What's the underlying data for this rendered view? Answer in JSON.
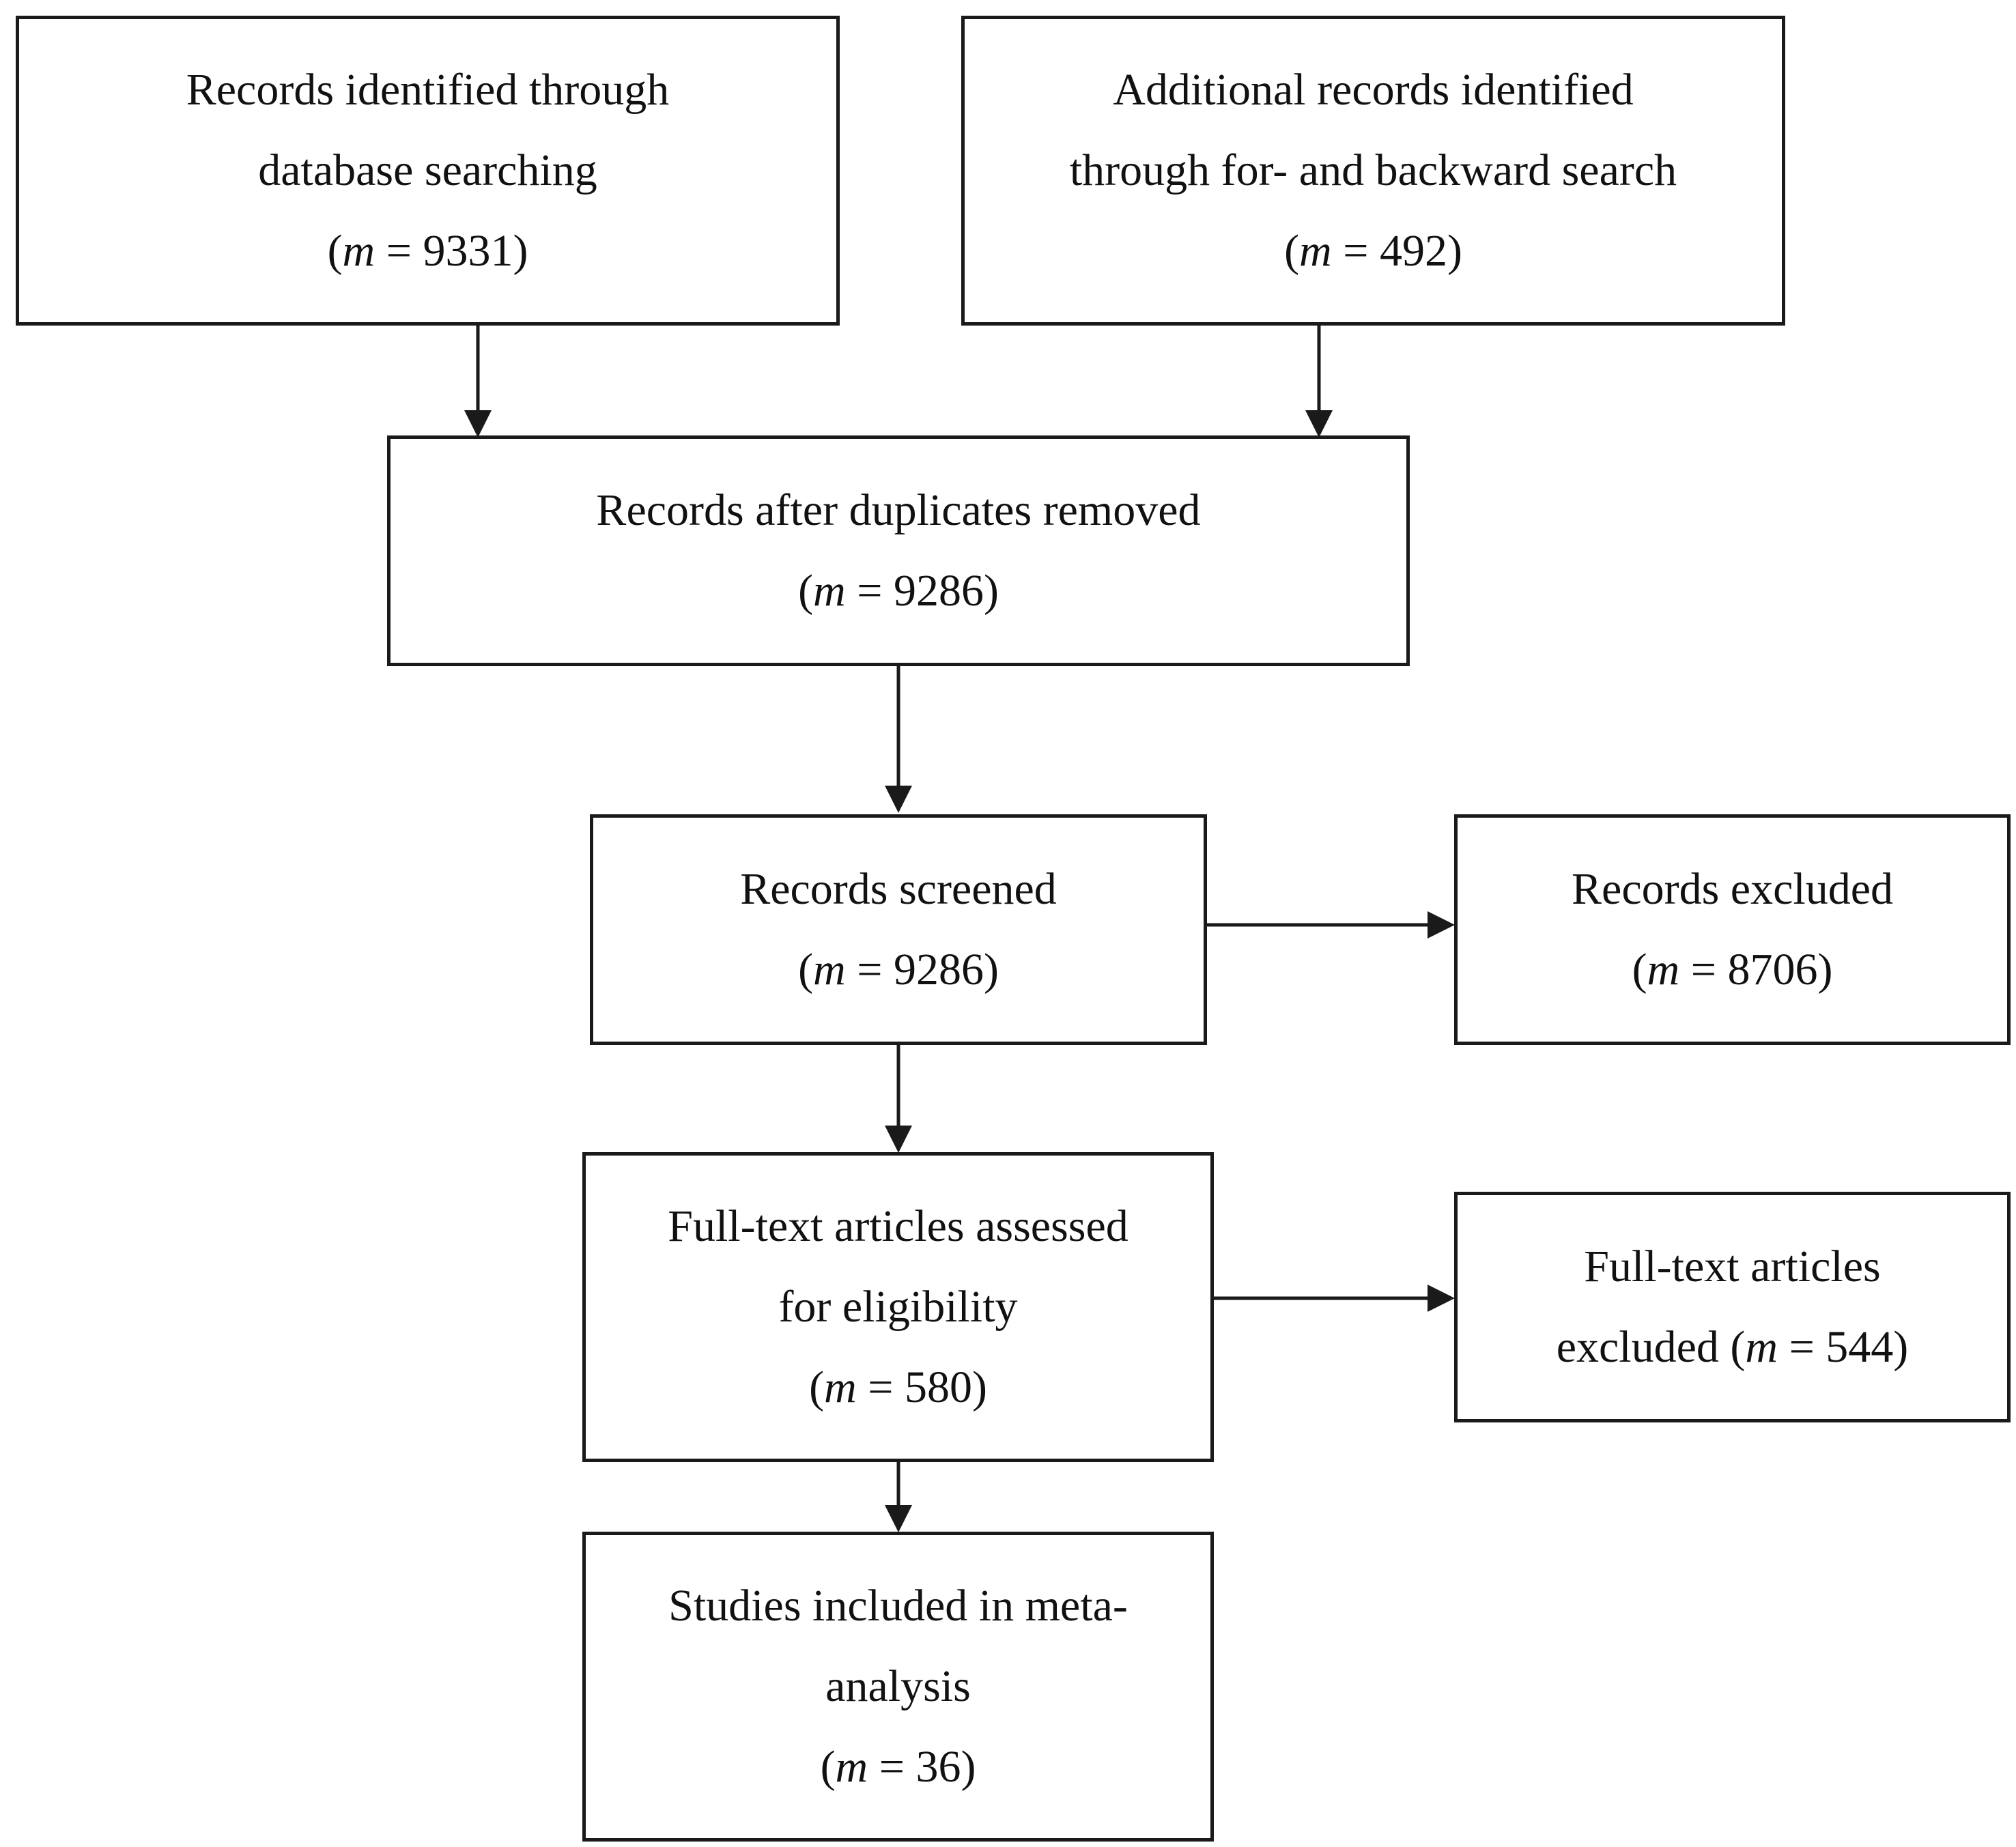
{
  "flow": {
    "records_db": {
      "lines": [
        "Records identified through",
        "database searching"
      ],
      "count_prefix": "(",
      "count_var": "m",
      "count_rest": " = 9331)"
    },
    "records_additional": {
      "lines": [
        "Additional records identified",
        "through for- and backward search"
      ],
      "count_prefix": "(",
      "count_var": "m",
      "count_rest": " = 492)"
    },
    "after_duplicates": {
      "lines": [
        "Records after duplicates removed"
      ],
      "count_prefix": "(",
      "count_var": "m",
      "count_rest": " = 9286)"
    },
    "screened": {
      "lines": [
        "Records screened"
      ],
      "count_prefix": "(",
      "count_var": "m",
      "count_rest": " = 9286)"
    },
    "excluded": {
      "lines": [
        "Records excluded"
      ],
      "count_prefix": "(",
      "count_var": "m",
      "count_rest": " = 8706)"
    },
    "fulltext_assessed": {
      "lines": [
        "Full-text articles assessed",
        "for eligibility"
      ],
      "count_prefix": "(",
      "count_var": "m",
      "count_rest": " = 580)"
    },
    "fulltext_excluded": {
      "line1": "Full-text articles",
      "line2_text": "excluded (",
      "count_var": "m",
      "count_rest": " = 544)"
    },
    "included": {
      "lines": [
        "Studies included in meta-",
        "analysis"
      ],
      "count_prefix": "(",
      "count_var": "m",
      "count_rest": " = 36)"
    }
  }
}
